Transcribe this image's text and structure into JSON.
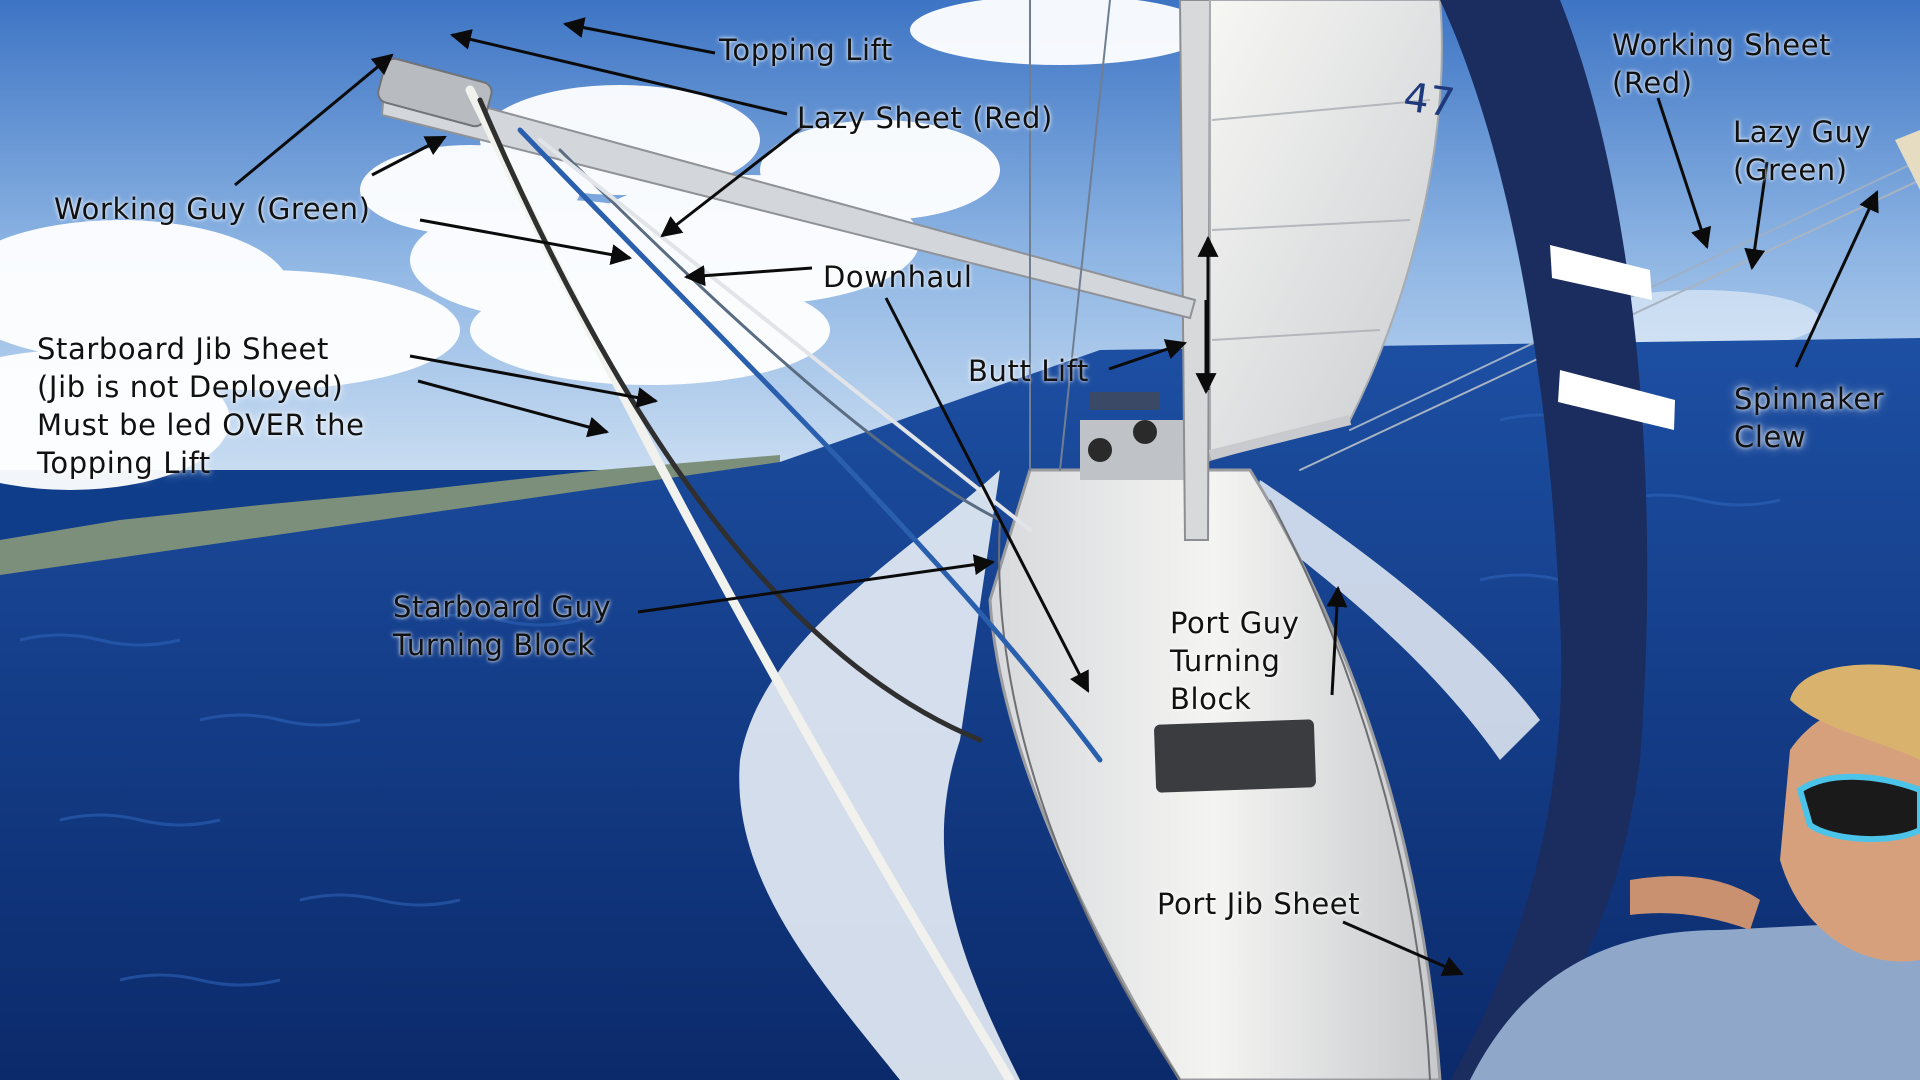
{
  "labels": {
    "topping_lift": "Topping Lift",
    "lazy_sheet": "Lazy Sheet (Red)",
    "working_guy": "Working Guy (Green)",
    "downhaul": "Downhaul",
    "butt_lift": "Butt Lift",
    "starboard_jib_sheet": "Starboard Jib Sheet\n(Jib is not Deployed)\nMust be led OVER the\nTopping Lift",
    "starboard_guy_block": "Starboard Guy\nTurning Block",
    "port_guy_block": "Port Guy\nTurning\nBlock",
    "working_sheet": "Working Sheet\n(Red)",
    "lazy_guy": "Lazy Guy\n(Green)",
    "spinnaker_clew": "Spinnaker\nClew",
    "port_jib_sheet": "Port Jib Sheet"
  },
  "sail": {
    "number": "47"
  },
  "colors": {
    "sky": "#8fb6e4",
    "ocean": "#143f8f",
    "arrow": "#0b0b0b",
    "pole": "#1f3a7a"
  }
}
